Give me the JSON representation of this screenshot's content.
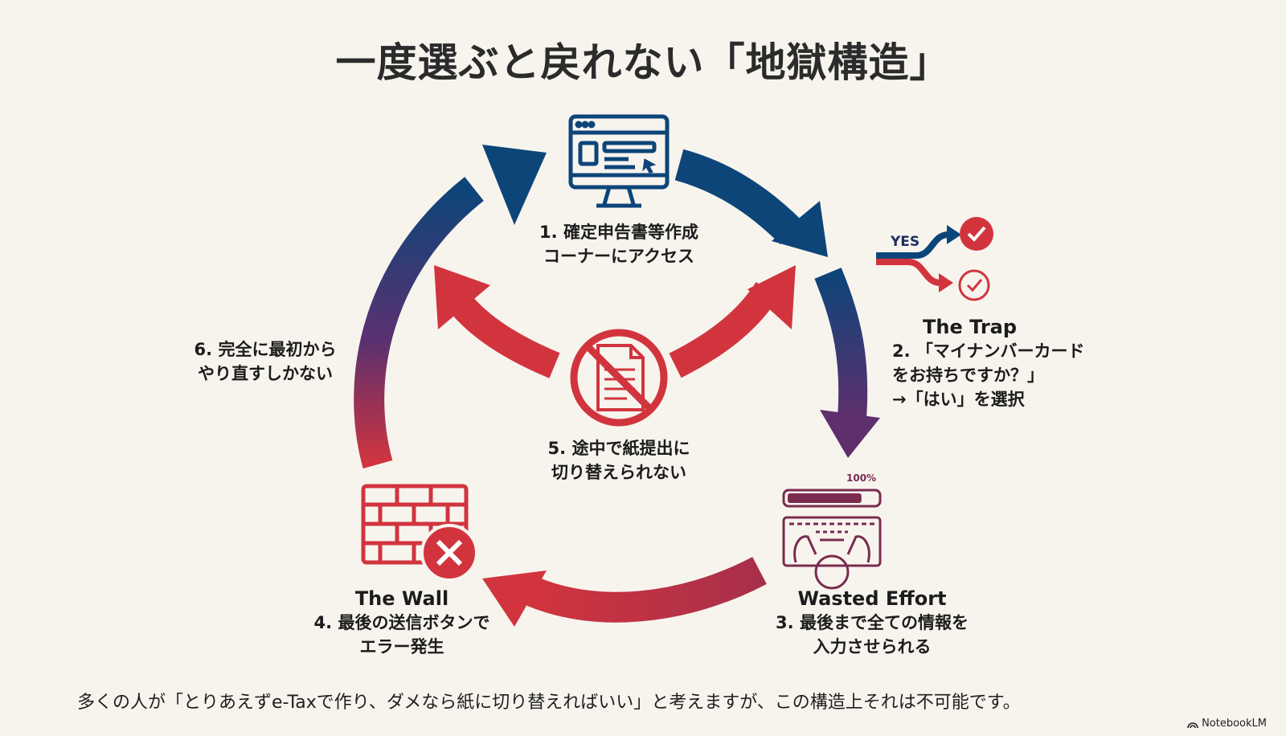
{
  "title": "一度選ぶと戻れない「地獄構造」",
  "colors": {
    "navy": "#0d4579",
    "purple": "#5a3170",
    "red": "#d2343e",
    "maroon": "#7a2b4f",
    "background": "#f7f4ee"
  },
  "steps": [
    {
      "id": 1,
      "icon": "computer-monitor-icon",
      "lines": [
        "1. 確定申告書等作成",
        "コーナーにアクセス"
      ]
    },
    {
      "id": 2,
      "icon": "yes-branch-icon",
      "heading": "The Trap",
      "badge": "YES",
      "lines": [
        "2. 「マイナンバーカード",
        "をお持ちですか？」",
        "→「はい」を選択"
      ]
    },
    {
      "id": 3,
      "icon": "keyboard-typing-icon",
      "heading": "Wasted Effort",
      "progress_label": "100%",
      "progress_fill": 0.82,
      "lines": [
        "3. 最後まで全ての情報を",
        "入力させられる"
      ]
    },
    {
      "id": 4,
      "icon": "brick-wall-error-icon",
      "heading": "The Wall",
      "lines": [
        "4. 最後の送信ボタンで",
        "エラー発生"
      ]
    },
    {
      "id": 5,
      "icon": "no-paper-icon",
      "lines": [
        "5. 途中で紙提出に",
        "切り替えられない"
      ]
    },
    {
      "id": 6,
      "lines": [
        "6. 完全に最初から",
        "やり直すしかない"
      ]
    }
  ],
  "footer": "多くの人が「とりあえずe-Taxで作り、ダメなら紙に切り替えればいい」と考えますが、この構造上それは不可能です。",
  "brand": "NotebookLM"
}
